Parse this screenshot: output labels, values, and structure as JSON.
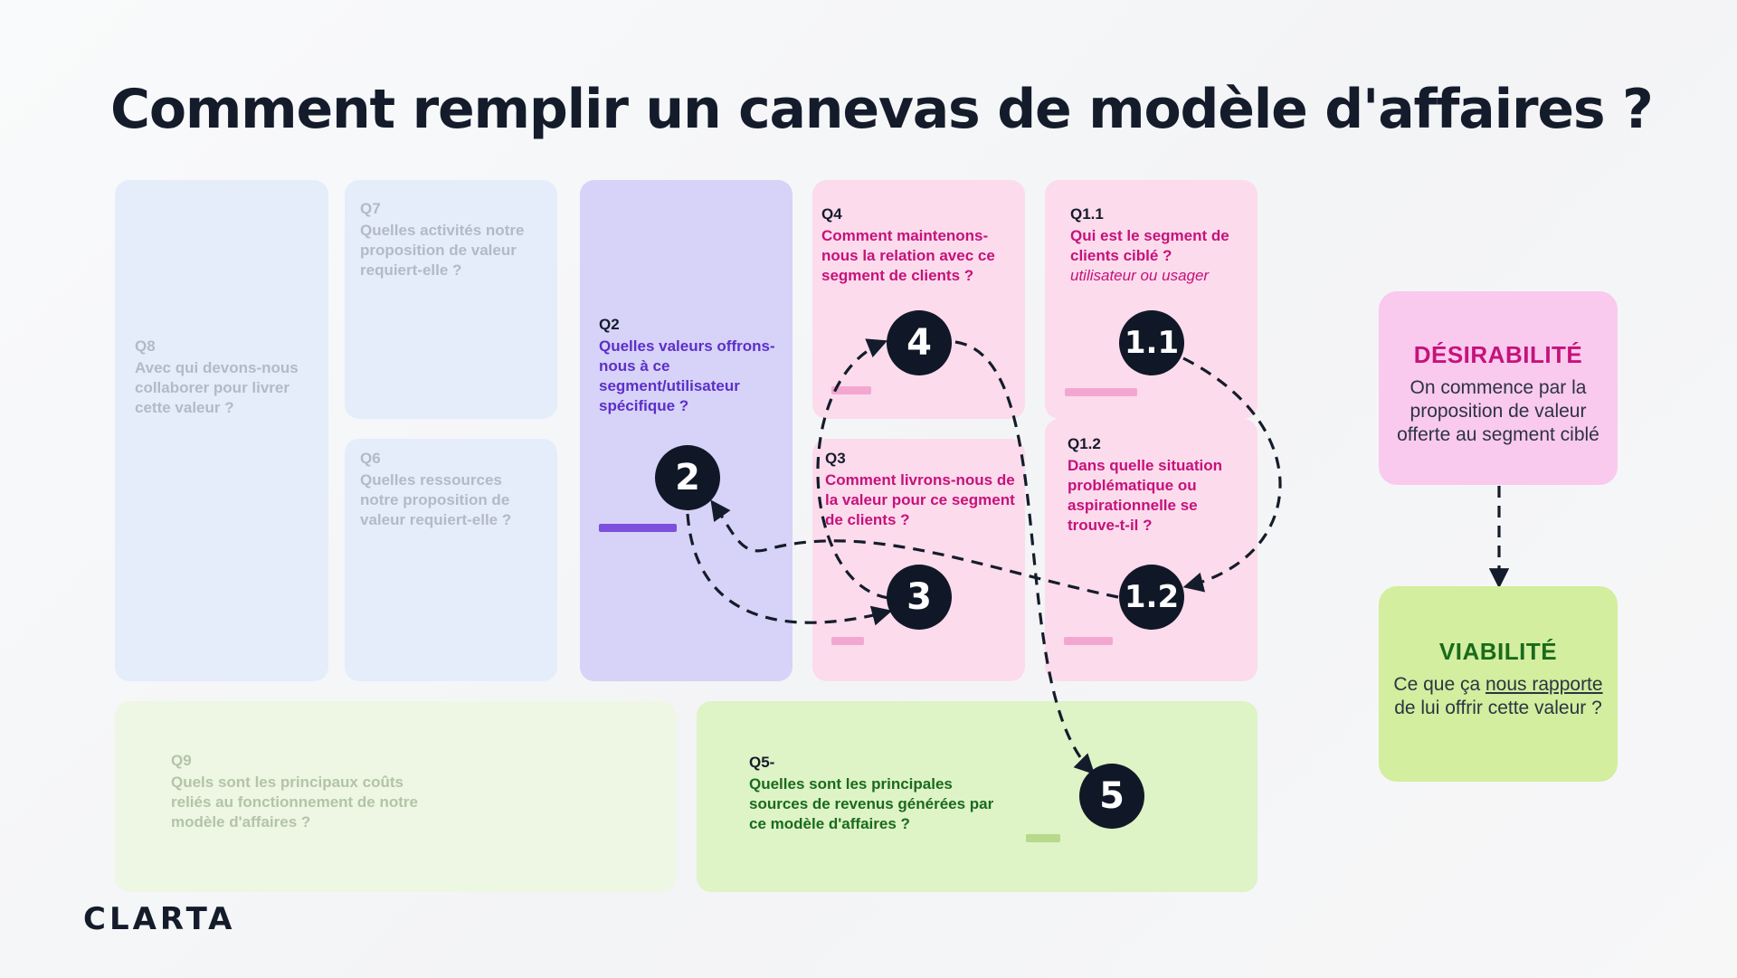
{
  "title": "Comment remplir un canevas de modèle d'affaires ?",
  "boxes": {
    "q8": {
      "code": "Q8",
      "text": "Avec qui devons-nous collaborer pour livrer cette valeur ?"
    },
    "q7": {
      "code": "Q7",
      "text": "Quelles activités notre proposition de valeur requiert-elle ?"
    },
    "q6": {
      "code": "Q6",
      "text": "Quelles ressources notre proposition de valeur requiert-elle ?"
    },
    "q2": {
      "code": "Q2",
      "text": "Quelles valeurs offrons-nous à ce segment/utilisateur spécifique ?"
    },
    "q4": {
      "code": "Q4",
      "text": "Comment maintenons-nous la relation avec ce segment de clients ?"
    },
    "q3": {
      "code": "Q3",
      "text": "Comment livrons-nous de la valeur pour ce segment de clients ?"
    },
    "q11": {
      "code": "Q1.1",
      "text": "Qui est le segment de clients ciblé ?",
      "sub": "utilisateur ou usager"
    },
    "q12": {
      "code": "Q1.2",
      "text": "Dans quelle situation problématique ou aspirationnelle se trouve-t-il ?"
    },
    "q9": {
      "code": "Q9",
      "text": "Quels sont les principaux coûts reliés au fonctionnement de notre modèle d'affaires ?"
    },
    "q5": {
      "code": "Q5-",
      "text": "Quelles sont les principales sources de revenus générées par ce modèle d'affaires ?"
    }
  },
  "steps": {
    "s11": "1.1",
    "s12": "1.2",
    "s2": "2",
    "s3": "3",
    "s4": "4",
    "s5": "5"
  },
  "desirabilite": {
    "title": "DÉSIRABILITÉ",
    "text": "On commence par la proposition de valeur offerte au segment ciblé"
  },
  "viabilite": {
    "title": "VIABILITÉ",
    "text_before": "Ce que ça ",
    "text_link": "nous rapporte",
    "text_after": " de lui offrir cette valeur ?"
  },
  "logo": "CLARTA",
  "colors": {
    "blue_box": "#e5edfb",
    "purple_box": "#d7d2f7",
    "pink_box": "#fcdbec",
    "green_box": "#def3c6",
    "green_box_faded": "#edf7e4",
    "pink_text": "#c5127b",
    "purple_text": "#5b2fc9",
    "green_text": "#196b1c",
    "dark": "#101827"
  }
}
